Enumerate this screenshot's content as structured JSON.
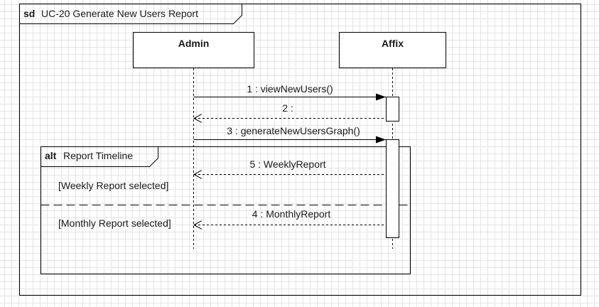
{
  "frame": {
    "keyword": "sd",
    "title": "UC-20 Generate New Users Report"
  },
  "lifelines": [
    {
      "name": "Admin"
    },
    {
      "name": "Affix"
    }
  ],
  "messages": [
    {
      "label": "1 : viewNewUsers()",
      "kind": "sync"
    },
    {
      "label": "2 :",
      "kind": "return"
    },
    {
      "label": "3 : generateNewUsersGraph()",
      "kind": "sync"
    },
    {
      "label": "5 : WeeklyReport",
      "kind": "return"
    },
    {
      "label": "4 : MonthlyReport",
      "kind": "return"
    }
  ],
  "fragment": {
    "keyword": "alt",
    "name": "Report Timeline",
    "guards": [
      "[Weekly Report selected]",
      "[Monthly Report selected]"
    ]
  }
}
